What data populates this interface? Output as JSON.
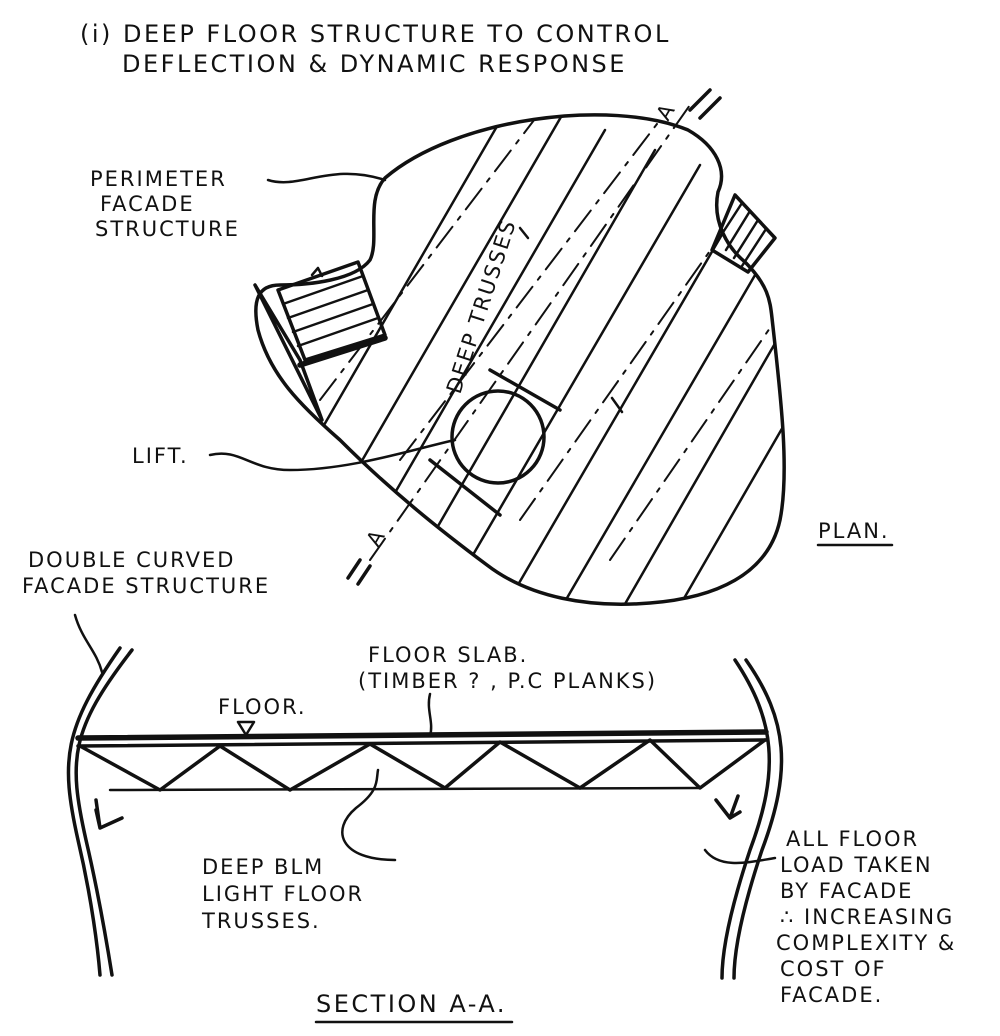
{
  "heading": {
    "line1": "(i) DEEP FLOOR STRUCTURE TO CONTROL",
    "line2": "DEFLECTION & DYNAMIC RESPONSE"
  },
  "plan": {
    "perimeter_label": [
      "PERIMETER",
      "FACADE",
      "STRUCTURE"
    ],
    "trusses_label": "DEEP TRUSSES",
    "lift_label": "LIFT.",
    "section_marker_top": "A",
    "section_marker_bottom": "A",
    "plan_label": "PLAN."
  },
  "section": {
    "double_curved_label": [
      "DOUBLE CURVED",
      "FACADE STRUCTURE"
    ],
    "floor_slab_label": [
      "FLOOR SLAB.",
      "(TIMBER ? , P.C PLANKS)"
    ],
    "floor_label": "FLOOR.",
    "trusses_label": [
      "DEEP BLM",
      "LIGHT FLOOR",
      "TRUSSES."
    ],
    "load_label": [
      "ALL FLOOR",
      "LOAD TAKEN",
      "BY FACADE",
      "∴ INCREASING",
      "COMPLEXITY &",
      "COST OF",
      "FACADE."
    ],
    "section_title": "SECTION A-A."
  }
}
